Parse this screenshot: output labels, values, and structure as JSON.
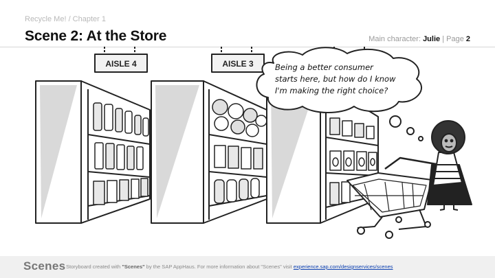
{
  "header": {
    "breadcrumb": "Recycle Me! / Chapter 1",
    "title": "Scene 2: At the Store",
    "main_character_label": "Main character:",
    "main_character_name": "Julie",
    "page_label": "| Page",
    "page_number": "2"
  },
  "scene": {
    "aisle_signs": [
      "AISLE 4",
      "AISLE 3"
    ],
    "speech_bubble": [
      "Being a better consumer",
      "starts here, but how do I know",
      "I'm making the right choice?"
    ]
  },
  "footer": {
    "logo": "Scenes",
    "text_prefix": "Storyboard created with",
    "scenes_quoted": "\"Scenes\"",
    "text_middle": "by the SAP AppHaus. For more information about \"Scenes\" visit",
    "link": "experience.sap.com/designservices/scenes"
  }
}
